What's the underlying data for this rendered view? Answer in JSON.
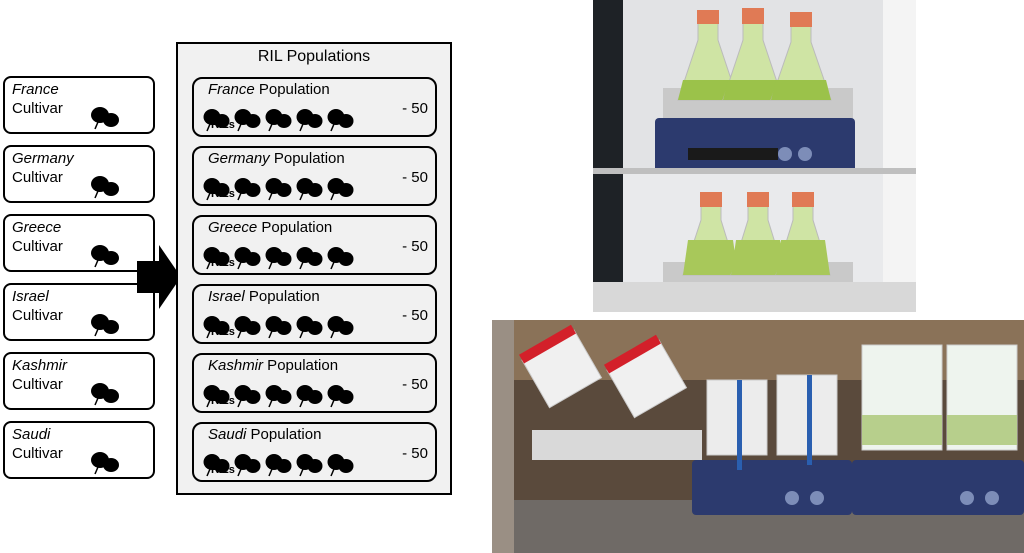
{
  "cultivars": [
    {
      "name": "France",
      "type": "Cultivar"
    },
    {
      "name": "Germany",
      "type": "Cultivar"
    },
    {
      "name": "Greece",
      "type": "Cultivar"
    },
    {
      "name": "Israel",
      "type": "Cultivar"
    },
    {
      "name": "Kashmir",
      "type": "Cultivar"
    },
    {
      "name": "Saudi",
      "type": "Cultivar"
    }
  ],
  "ril_panel": {
    "title": "RIL Populations",
    "populations": [
      {
        "name": "France",
        "suffix": " Population",
        "count": "- 50",
        "ril_label": "RILs"
      },
      {
        "name": "Germany",
        "suffix": " Population",
        "count": "- 50",
        "ril_label": "RILs"
      },
      {
        "name": "Greece",
        "suffix": " Population",
        "count": "- 50",
        "ril_label": "RILs"
      },
      {
        "name": "Israel",
        "suffix": " Population",
        "count": "- 50",
        "ril_label": "RILs"
      },
      {
        "name": "Kashmir",
        "suffix": " Population",
        "count": "- 50",
        "ril_label": "RILs"
      },
      {
        "name": "Saudi",
        "suffix": " Population",
        "count": "- 50",
        "ril_label": "RILs"
      }
    ]
  },
  "colors": {
    "flask_media": "#9bc24a",
    "flask_cap": "#e07a55",
    "shaker_base": "#2c3a6e",
    "tube_cap": "#d3202a"
  }
}
